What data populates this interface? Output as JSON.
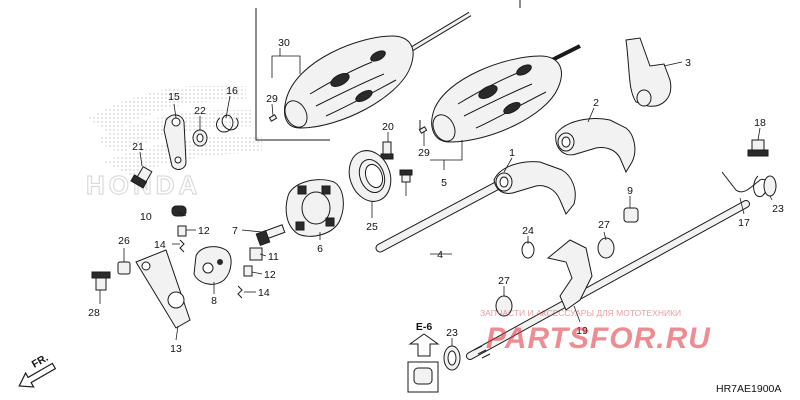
{
  "diagram": {
    "reference_code": "HR7AE1900A",
    "section_ref": "E-6",
    "direction_label": "FR.",
    "callouts": [
      "30",
      "29",
      "15",
      "22",
      "16",
      "21",
      "20",
      "29",
      "5",
      "25",
      "1",
      "2",
      "3",
      "18",
      "9",
      "17",
      "23",
      "10",
      "12",
      "14",
      "7",
      "11",
      "12",
      "14",
      "26",
      "28",
      "8",
      "13",
      "6",
      "4",
      "24",
      "27",
      "27",
      "19",
      "23"
    ],
    "watermark": {
      "brand_background": "HONDA",
      "shop_tagline": "ЗАПЧАСТИ И АКСЕССУАРЫ ДЛЯ МОТОТЕХНИКИ",
      "shop_logo": "PARTSFOR.RU",
      "accent_color": "#e0303a"
    }
  }
}
